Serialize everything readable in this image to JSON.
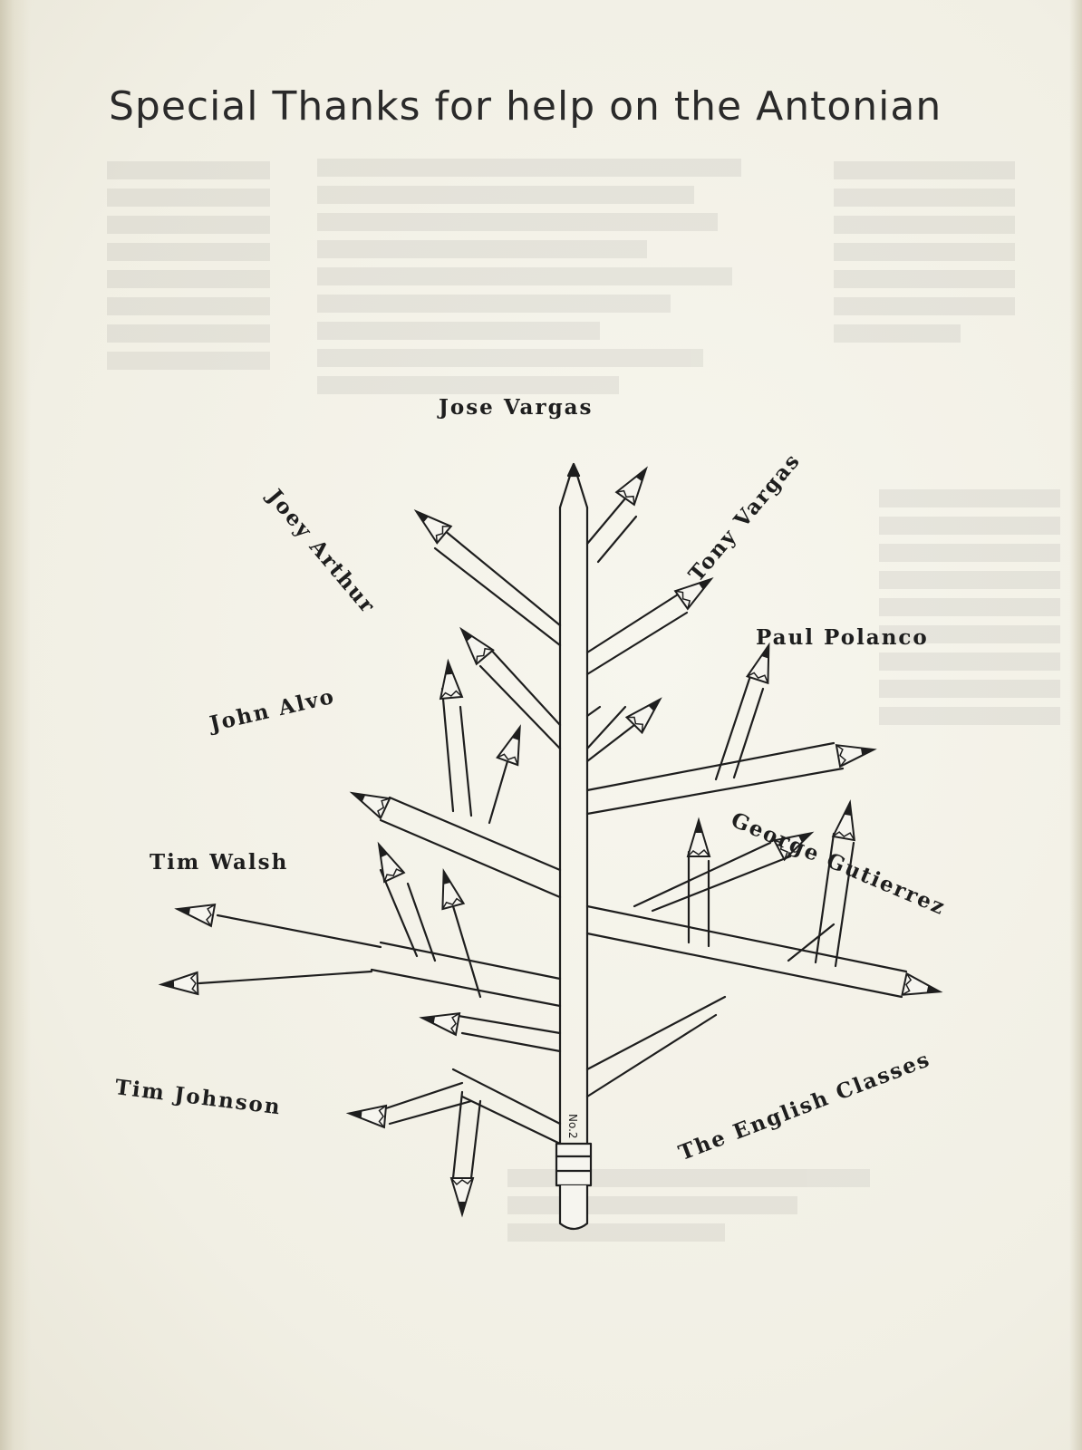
{
  "title": "Special Thanks for help on the Antonian",
  "names": {
    "jose_vargas": "Jose Vargas",
    "joey_arthur": "Joey Arthur",
    "tony_vargas": "Tony Vargas",
    "paul_polanco": "Paul Polanco",
    "john_alvo": "John Alvo",
    "george_gutierrez": "George Gutierrez",
    "tim_walsh": "Tim Walsh",
    "tim_johnson": "Tim Johnson",
    "the_english_classes": "The English Classes"
  },
  "colors": {
    "paper": "#f3f1e8",
    "ink": "#1e1e1e"
  }
}
